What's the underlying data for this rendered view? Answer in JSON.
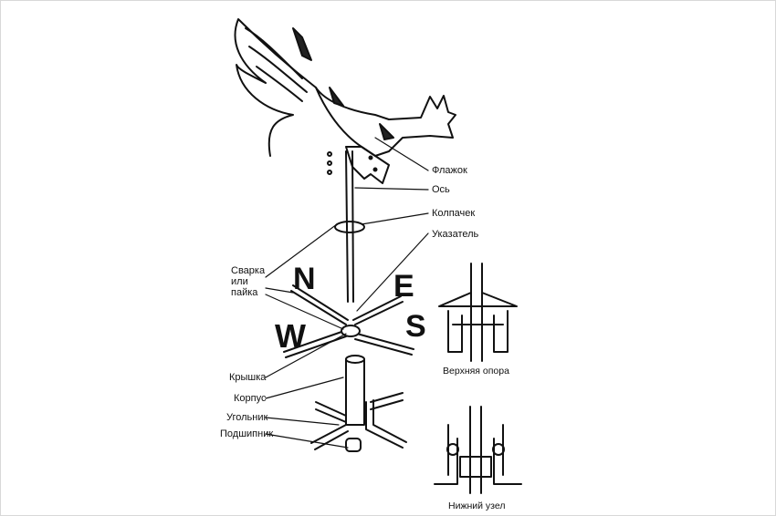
{
  "labels": {
    "flag": "Флажок",
    "axis": "Ось",
    "cap": "Колпачек",
    "pointer": "Указатель",
    "weld": "Сварка или пайка",
    "lid": "Крышка",
    "body": "Корпус",
    "angle": "Угольник",
    "bearing": "Подшипник"
  },
  "captions": {
    "upper_support": "Верхняя опора",
    "lower_unit": "Нижний узел"
  },
  "compass": {
    "n": "N",
    "e": "E",
    "w": "W",
    "s": "S"
  }
}
